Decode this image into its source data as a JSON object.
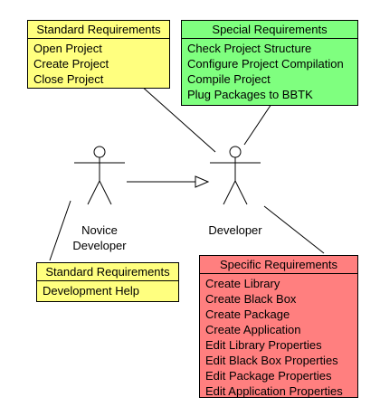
{
  "colors": {
    "standard": "#ffff7f",
    "special": "#7fff7f",
    "specific": "#ff7f7f",
    "line": "#000000"
  },
  "actors": {
    "novice": {
      "label_line1": "Novice",
      "label_line2": "Developer"
    },
    "developer": {
      "label": "Developer"
    }
  },
  "boxes": {
    "standard_top": {
      "title": "Standard Requirements",
      "items": [
        "Open Project",
        "Create Project",
        "Close Project"
      ]
    },
    "special": {
      "title": "Special Requirements",
      "items": [
        "Check Project Structure",
        "Configure Project Compilation",
        "Compile Project",
        "Plug Packages to BBTK"
      ]
    },
    "standard_bottom": {
      "title": "Standard Requirements",
      "items": [
        "Development Help"
      ]
    },
    "specific": {
      "title": "Specific Requirements",
      "items": [
        "Create Library",
        "Create Black Box",
        "Create Package",
        "Create Application",
        "Edit Library Properties",
        "Edit Black Box Properties",
        "Edit Package Properties",
        "Edit Application Properties"
      ]
    }
  }
}
